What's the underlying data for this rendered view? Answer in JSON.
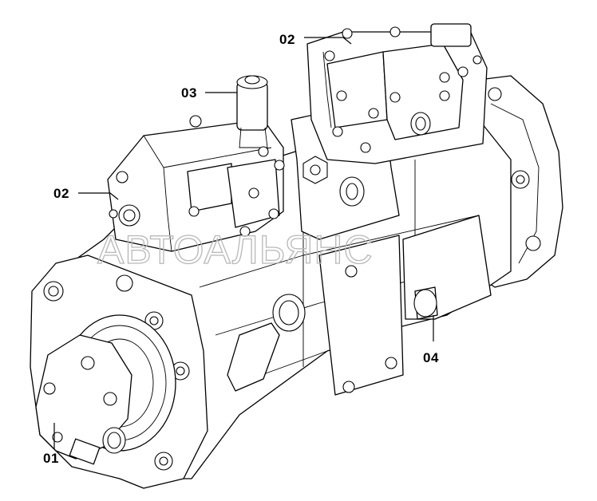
{
  "drawing": {
    "subject": "hydraulic-pump-assembly",
    "callouts": [
      {
        "id": "c-02-top",
        "label": "02"
      },
      {
        "id": "c-03",
        "label": "03"
      },
      {
        "id": "c-02-left",
        "label": "02"
      },
      {
        "id": "c-04",
        "label": "04"
      },
      {
        "id": "c-01",
        "label": "01"
      }
    ],
    "watermark": "АВТОАЛЬЯНС",
    "colors": {
      "line": "#000000",
      "background": "#ffffff",
      "watermark": "#b8b8b8"
    }
  }
}
